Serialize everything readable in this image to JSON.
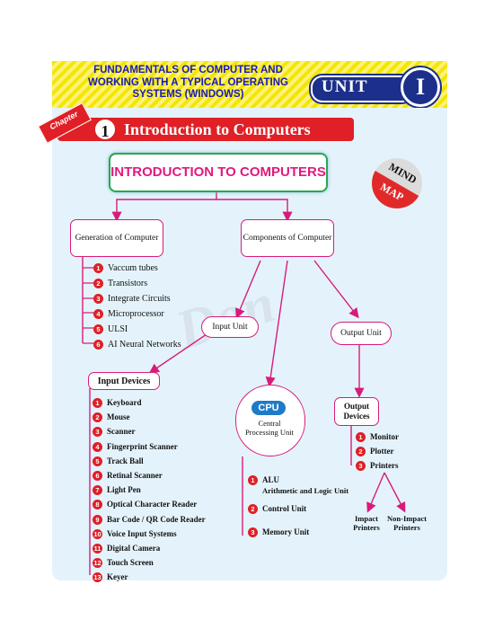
{
  "header": {
    "title": "FUNDAMENTALS OF COMPUTER AND WORKING WITH A TYPICAL OPERATING SYSTEMS (WINDOWS)",
    "unit_label": "UNIT",
    "unit_number": "I"
  },
  "chapter": {
    "label": "Chapter",
    "number": "1",
    "title": "Introduction to Computers"
  },
  "mind_map": {
    "title": "INTRODUCTION TO COMPUTERS",
    "badge_top": "MIND",
    "badge_bottom": "MAP",
    "watermark": "Don"
  },
  "generation": {
    "label": "Generation of Computer",
    "items": [
      "Vaccum tubes",
      "Transistors",
      "Integrate Circuits",
      "Microprocessor",
      "ULSI",
      "AI Neural Networks"
    ]
  },
  "components": {
    "label": "Components of Computer"
  },
  "input_unit": {
    "label": "Input Unit"
  },
  "output_unit": {
    "label": "Output Unit"
  },
  "input_devices": {
    "label": "Input Devices",
    "items": [
      "Keyboard",
      "Mouse",
      "Scanner",
      "Fingerprint Scanner",
      "Track Ball",
      "Retinal Scanner",
      "Light Pen",
      "Optical Character Reader",
      "Bar Code / QR Code Reader",
      "Voice Input Systems",
      "Digital Camera",
      "Touch Screen",
      "Keyer"
    ]
  },
  "cpu": {
    "badge": "CPU",
    "label": "Central Processing Unit",
    "items": [
      "ALU",
      "Control Unit",
      "Memory Unit"
    ],
    "alu_detail": "Arithmetic and Logic Unit"
  },
  "output_devices": {
    "label": "Output Devices",
    "items": [
      "Monitor",
      "Plotter",
      "Printers"
    ],
    "printer_types": [
      "Impact Printers",
      "Non-Impact Printers"
    ]
  },
  "colors": {
    "accent": "#d81b7a",
    "chapter_red": "#e01f26",
    "header_blue": "#1a1ab8",
    "panel": "#e4f3fb"
  }
}
